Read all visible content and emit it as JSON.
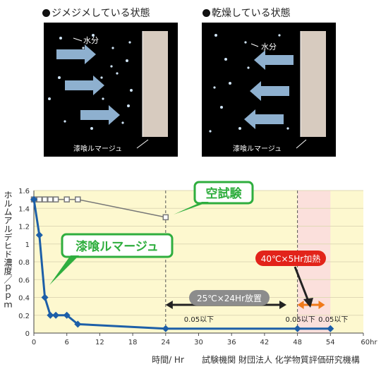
{
  "panels": {
    "wet": {
      "title": "ジメジメしている状態",
      "moisture_label": "水分",
      "wall_label": "漆喰ルマージュ",
      "arrow_direction": "toward-wall"
    },
    "dry": {
      "title": "乾燥している状態",
      "moisture_label": "水分",
      "wall_label": "漆喰ルマージュ",
      "arrow_direction": "away-from-wall"
    }
  },
  "colors": {
    "panel_bg": "#000000",
    "wall": "#d7cbbf",
    "arrow": "#9dc3e6",
    "plot_bg": "#fdf8cf",
    "highlight_band": "#fbe0dc",
    "series_plaster": "#1d5fa8",
    "series_blank": "#777777",
    "callout_green": "#2fae3e",
    "callout_red": "#e2231a",
    "callout_gray": "#8c8c8c",
    "arrow_black": "#222222",
    "arrow_orange": "#f07a1a"
  },
  "chart_data": {
    "type": "line",
    "ylabel": "ホルムアルデヒド濃度／ｐｐｍ",
    "xlabel": "時間/ Hr",
    "x_unit_label": "hr",
    "xlim": [
      0,
      60
    ],
    "ylim": [
      0,
      1.6
    ],
    "xticks": [
      0,
      6,
      12,
      18,
      24,
      30,
      36,
      42,
      48,
      54,
      60
    ],
    "yticks": [
      0,
      0.2,
      0.4,
      0.6,
      0.8,
      1.0,
      1.2,
      1.4,
      1.6
    ],
    "xtick_labels": [
      "0",
      "6",
      "12",
      "18",
      "24",
      "30",
      "36",
      "42",
      "48",
      "54",
      "60hr"
    ],
    "ytick_labels": [
      "0",
      "0.2",
      "0.4",
      "0.6",
      "0.8",
      "1",
      "1.2",
      "1.4",
      "1.6"
    ],
    "highlight_range": [
      48,
      54
    ],
    "vlines": [
      24,
      48
    ],
    "series": [
      {
        "name": "空試験",
        "marker": "square",
        "x": [
          0,
          1,
          2,
          3,
          4,
          6,
          8,
          24
        ],
        "y": [
          1.5,
          1.5,
          1.5,
          1.5,
          1.5,
          1.5,
          1.5,
          1.3
        ]
      },
      {
        "name": "漆喰ルマージュ",
        "marker": "diamond",
        "x": [
          0,
          1,
          2,
          3,
          4,
          6,
          8,
          24,
          48,
          54
        ],
        "y": [
          1.5,
          1.1,
          0.4,
          0.2,
          0.2,
          0.2,
          0.1,
          0.05,
          0.05,
          0.05
        ]
      }
    ],
    "annotations": [
      {
        "text": "0.05以下",
        "x": 24
      },
      {
        "text": "0.05以下",
        "x": 48
      },
      {
        "text": "0.05以下",
        "x": 54
      }
    ],
    "phases": [
      {
        "label": "25℃×24Hr放置",
        "from": 24,
        "to": 46
      },
      {
        "label": "40℃×5Hr加熱",
        "from": 48,
        "to": 53
      }
    ],
    "source": "試験機関 財団法人 化学物質評価研究機構"
  }
}
